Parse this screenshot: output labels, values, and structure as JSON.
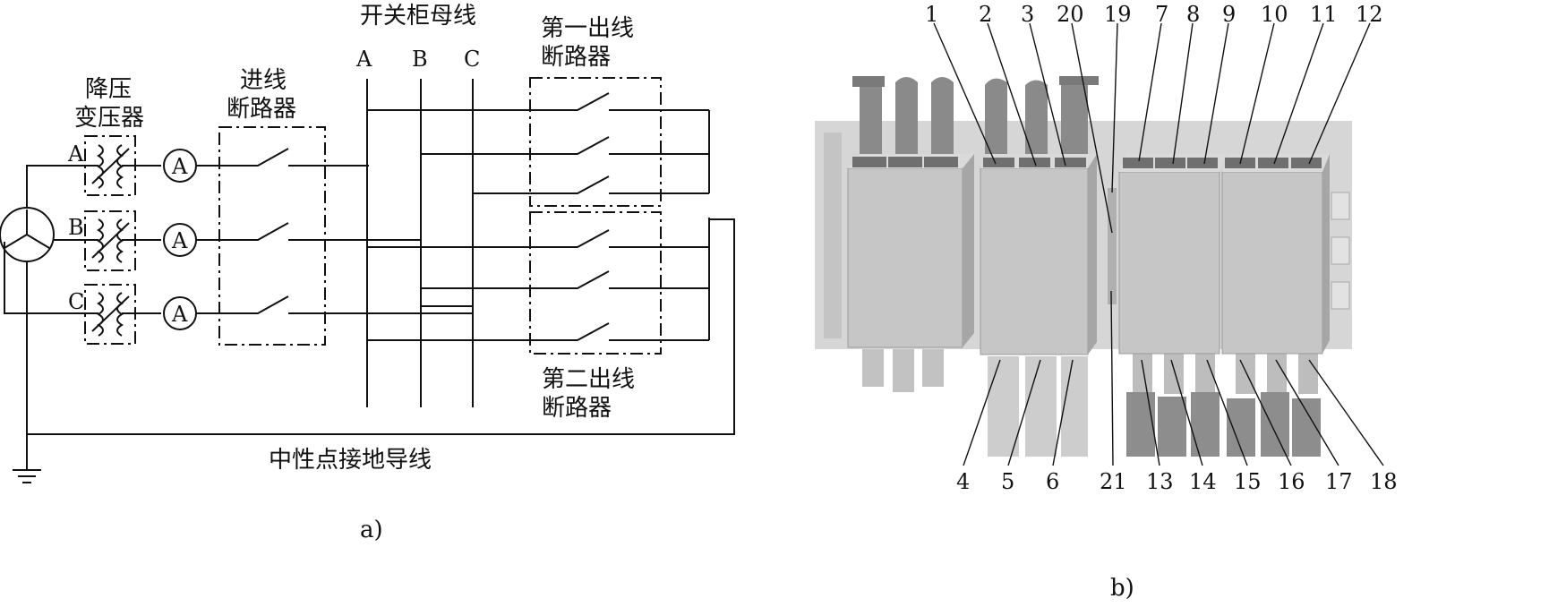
{
  "diagram_a": {
    "caption": "a)",
    "busbar_title": "开关柜母线",
    "transformer_label_1": "降压",
    "transformer_label_2": "变压器",
    "incoming_label_1": "进线",
    "incoming_label_2": "断路器",
    "outgoing1_label_1": "第一出线",
    "outgoing1_label_2": "断路器",
    "outgoing2_label_1": "第二出线",
    "outgoing2_label_2": "断路器",
    "neutral_label": "中性点接地导线",
    "phase_A": "A",
    "phase_B": "B",
    "phase_C": "C",
    "ammeter": "A"
  },
  "diagram_b": {
    "caption": "b)",
    "top_numbers": [
      "1",
      "2",
      "3",
      "20",
      "19",
      "7",
      "8",
      "9",
      "10",
      "11",
      "12"
    ],
    "bottom_numbers": [
      "4",
      "5",
      "6",
      "21",
      "13",
      "14",
      "15",
      "16",
      "17",
      "18"
    ]
  }
}
